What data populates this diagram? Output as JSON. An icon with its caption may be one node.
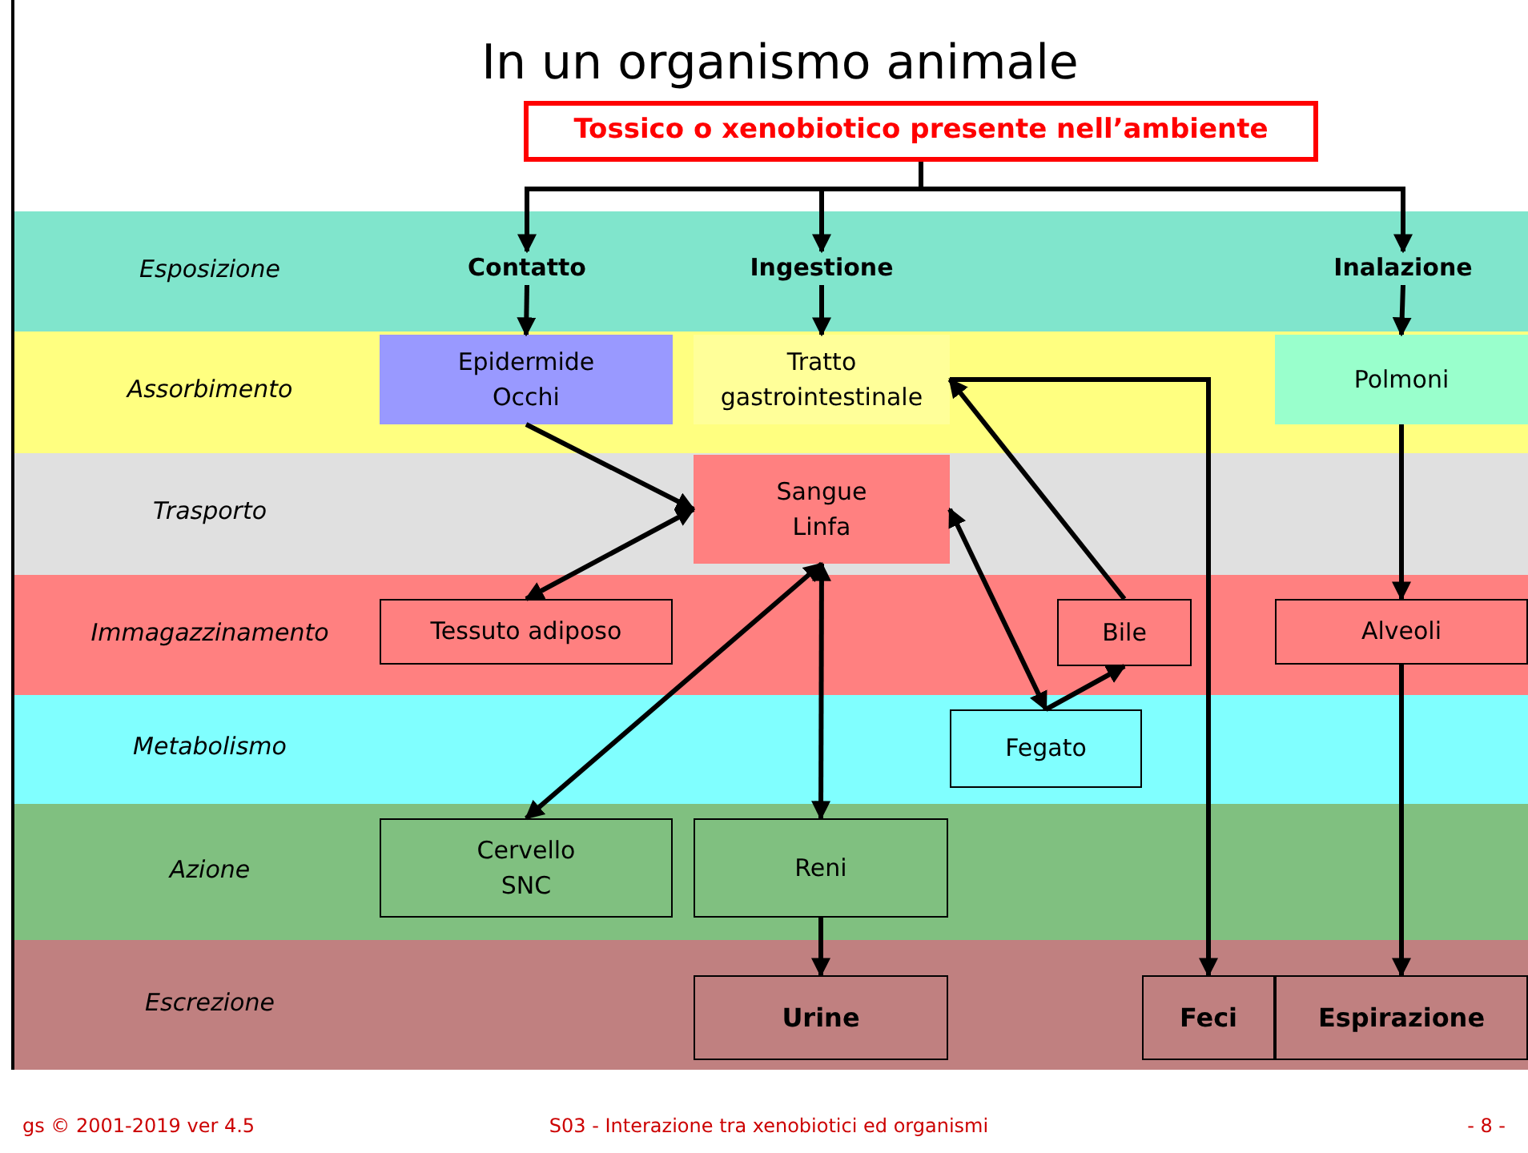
{
  "diagram": {
    "title": "In un organismo animale",
    "nodes": [
      {
        "text": [
          "Tossico o xenobiotico presente nell’ambiente"
        ]
      },
      {
        "text": [
          "Esposizione"
        ]
      },
      {
        "text": [
          "Contatto"
        ],
        "in": 1
      },
      {
        "text": [
          "Ingestione"
        ],
        "in": 1
      },
      {
        "text": [
          "Inalazione"
        ],
        "in": 1
      },
      {
        "text": [
          "Assorbimento"
        ]
      },
      {
        "text": [
          "Epidermide Occhi"
        ],
        "in": 5
      },
      {
        "text": [
          "Tratto gastrointestinale"
        ],
        "in": 5
      },
      {
        "text": [
          "Polmoni"
        ],
        "in": 5
      },
      {
        "text": [
          "Trasporto"
        ]
      },
      {
        "text": [
          "Sangue Linfa"
        ],
        "in": 9
      },
      {
        "text": [
          "Immagazzinamento"
        ]
      },
      {
        "text": [
          "Tessuto adiposo"
        ],
        "in": 11
      },
      {
        "text": [
          "Bile"
        ],
        "in": 11
      },
      {
        "text": [
          "Alveoli"
        ],
        "in": 11
      },
      {
        "text": [
          "Metabolismo"
        ]
      },
      {
        "text": [
          "Fegato"
        ],
        "in": 15
      },
      {
        "text": [
          "Azione"
        ]
      },
      {
        "text": [
          "Cervello SNC"
        ],
        "in": 17
      },
      {
        "text": [
          "Reni"
        ],
        "in": 17
      },
      {
        "text": [
          "Escrezione"
        ]
      },
      {
        "text": [
          "Urine"
        ],
        "in": 20
      },
      {
        "text": [
          "Feci"
        ],
        "in": 20
      },
      {
        "text": [
          "Espirazione"
        ],
        "in": 20
      }
    ],
    "edges": [
      {
        "from": 0,
        "to": 2,
        "arrow": "to"
      },
      {
        "from": 0,
        "to": 3,
        "arrow": "to"
      },
      {
        "from": 0,
        "to": 4,
        "arrow": "to"
      },
      {
        "from": 2,
        "to": 6,
        "arrow": "to"
      },
      {
        "from": 3,
        "to": 7,
        "arrow": "to"
      },
      {
        "from": 4,
        "to": 8,
        "arrow": "to"
      },
      {
        "from": 6,
        "to": 10,
        "arrow": "to"
      },
      {
        "from": 10,
        "to": 12,
        "arrow": "both"
      },
      {
        "from": 10,
        "to": 18,
        "arrow": "both"
      },
      {
        "from": 10,
        "to": 19,
        "arrow": "both"
      },
      {
        "from": 10,
        "to": 16,
        "arrow": "both"
      },
      {
        "from": 16,
        "to": 13,
        "arrow": "to"
      },
      {
        "from": 13,
        "to": 7,
        "arrow": "to"
      },
      {
        "from": 7,
        "to": 22,
        "arrow": "to"
      },
      {
        "from": 8,
        "to": 14,
        "arrow": "to"
      },
      {
        "from": 14,
        "to": 23,
        "arrow": "to"
      },
      {
        "from": 19,
        "to": 21,
        "arrow": "to"
      }
    ],
    "labels": [
      "gs © 2001-2019 ver 4.5",
      "S03 - Interazione tra xenobiotici ed organismi",
      "- 8 -"
    ]
  }
}
